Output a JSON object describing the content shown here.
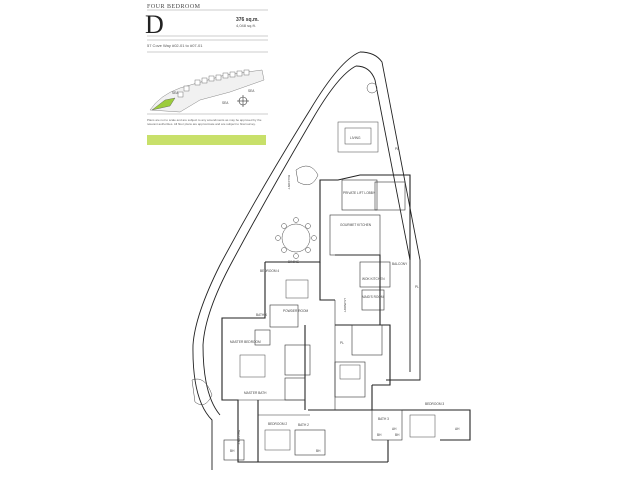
{
  "header": {
    "category": "FOUR BEDROOM",
    "unit_type": "D",
    "area_sqm": "376 sq.m.",
    "area_sqft": "4,048 sq.ft.",
    "units": "57 Cove Way #02-01 to #07-01"
  },
  "keyplan": {
    "label_left": "SEA",
    "label_right": "SEA",
    "label_sea_bottom": "SEA"
  },
  "disclaimer": "Plans are not to scale and are subject to any amendments as may be approved by the relevant authorities. All floor plans are approximate and are subject to final survey.",
  "rooms": {
    "living": "LIVING",
    "balcony_left": "BALCONY",
    "private_lift_lobby": "PRIVATE LIFT LOBBY",
    "dining": "DINING",
    "gourmet_kitchen": "GOURMET KITCHEN",
    "balcony_right": "BALCONY",
    "bedroom4": "BEDROOM 4",
    "bath4": "BATH 4",
    "powder_room": "POWDER ROOM",
    "wok_kitchen": "WOK KITCHEN",
    "laundry": "LAUNDRY",
    "maids_room": "MAID'S ROOM",
    "master_bedroom": "MASTER BEDROOM",
    "master_bath": "MASTER BATH",
    "balcony_bottom": "BALCONY",
    "bedroom2": "BEDROOM 2",
    "bedroom3": "BEDROOM 3",
    "bath2": "BATH 2",
    "bath3": "BATH 3",
    "pl_1": "PL",
    "pl_2": "PL",
    "pl_3": "PL",
    "ah_1": "AH",
    "ah_2": "AH",
    "bh_1": "BH",
    "bh_2": "BH",
    "bh_3": "BH",
    "bh_4": "BH"
  },
  "colors": {
    "accent_band": "#c8e06a",
    "line": "#222222"
  }
}
